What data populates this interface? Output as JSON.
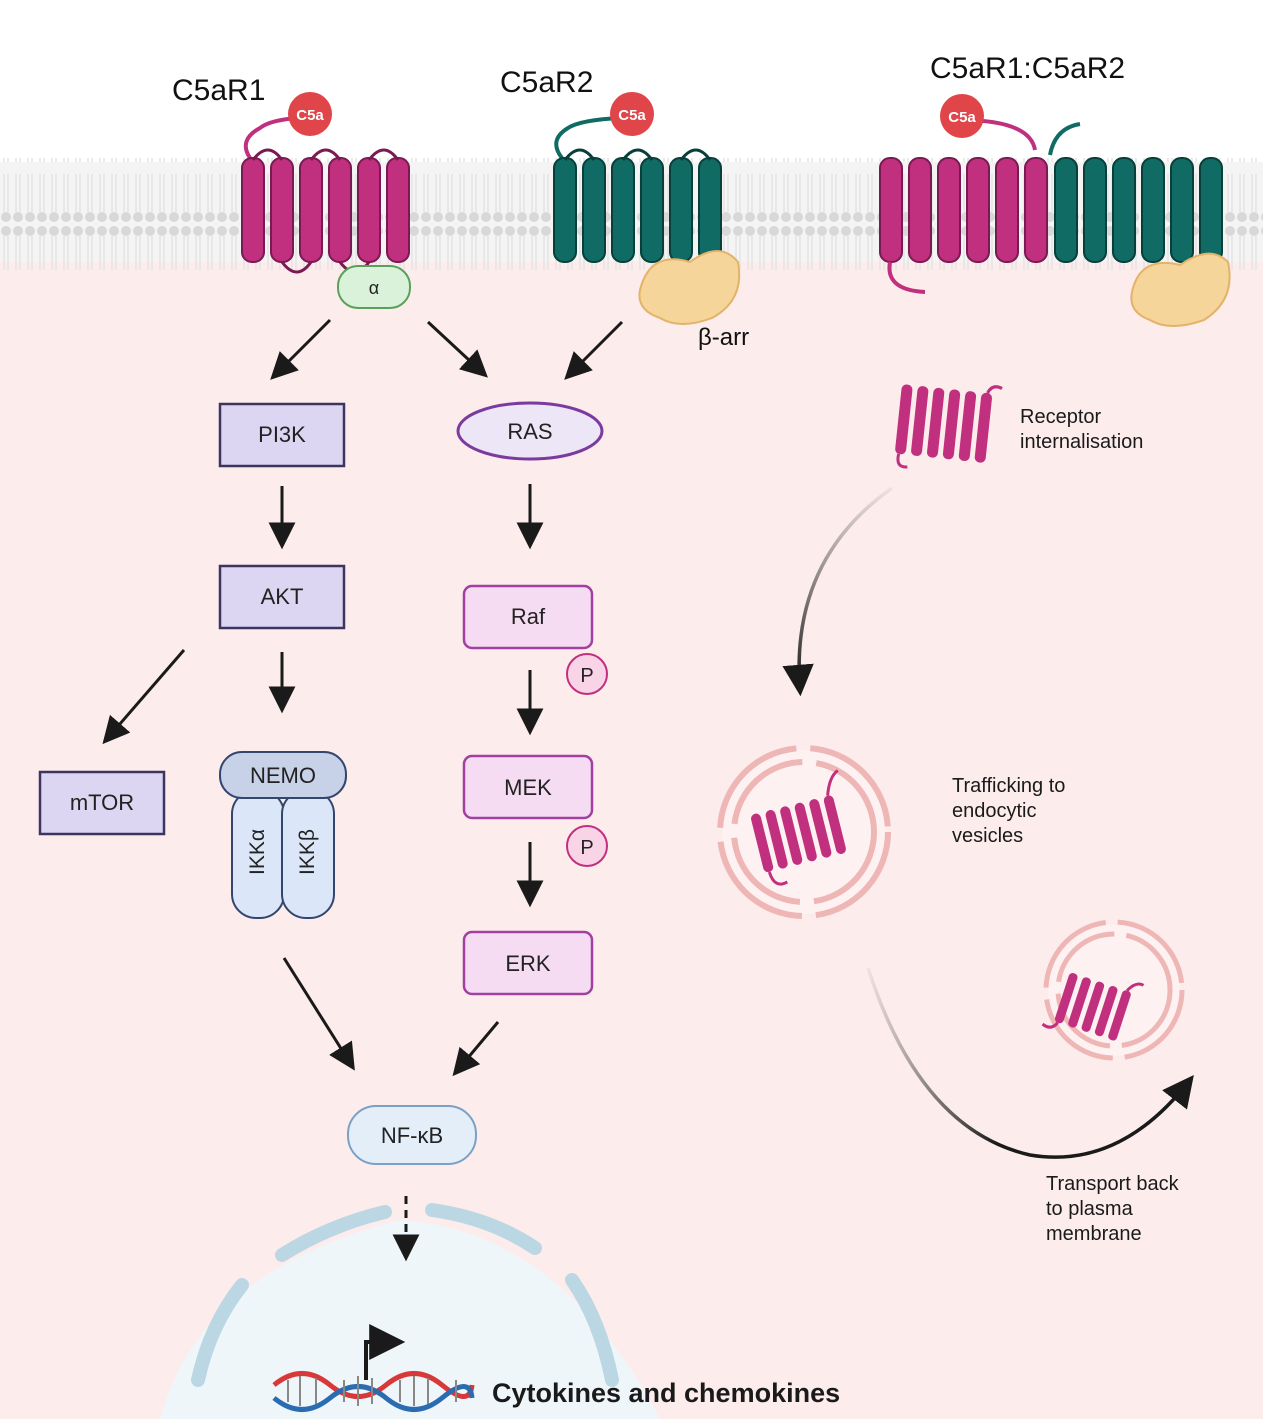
{
  "receptors": {
    "c5ar1_label": "C5aR1",
    "c5ar2_label": "C5aR2",
    "heteromer_label": "C5aR1:C5aR2",
    "ligand_label": "C5a",
    "g_alpha_label": "α",
    "beta_arrestin_label": "β-arr"
  },
  "pathway": {
    "pi3k": "PI3K",
    "akt": "AKT",
    "mtor": "mTOR",
    "nemo": "NEMO",
    "ikka": "IKKα",
    "ikkb": "IKKβ",
    "ras": "RAS",
    "raf": "Raf",
    "mek": "MEK",
    "erk": "ERK",
    "phospho": "P",
    "nfkb": "NF-κB",
    "output": "Cytokines and chemokines"
  },
  "trafficking": {
    "internalisation_line1": "Receptor",
    "internalisation_line2": "internalisation",
    "vesicle_line1": "Trafficking to",
    "vesicle_line2": "endocytic",
    "vesicle_line3": "vesicles",
    "recycle_line1": "Transport back",
    "recycle_line2": "to plasma",
    "recycle_line3": "membrane"
  },
  "colors": {
    "c5ar1": "#c0307f",
    "c5ar2": "#0f6b63",
    "c5a": "#e0454a",
    "cytoplasm": "#fcecec",
    "pi3k_box": "#dcd6f2",
    "mapk_box": "#f6dcf2",
    "nemo_box": "#e0e8f8"
  }
}
